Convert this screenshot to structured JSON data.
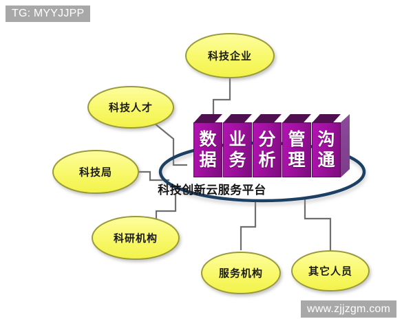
{
  "watermarks": {
    "top_tag": "TG: MYYJJPP",
    "bottom_url": "www.zjjzgm.com"
  },
  "diagram": {
    "title": "科技创新云服务平台",
    "platform_caption": "科技创新云服务平台",
    "ring_color": "#1f3f63",
    "node_fill": "#f7f76a",
    "node_stroke": "#9a9a3a",
    "connector_color": "#6e6e6e",
    "cube_front_color": "#a211a2",
    "cube_top_color": "#4f1050",
    "cube_side_color": "#8d4a9b",
    "cube_text_color": "#ffffff",
    "pillars": [
      {
        "top": "数",
        "bottom": "据",
        "word": "数据"
      },
      {
        "top": "业",
        "bottom": "务",
        "word": "业务"
      },
      {
        "top": "分",
        "bottom": "析",
        "word": "分析"
      },
      {
        "top": "管",
        "bottom": "理",
        "word": "管理"
      },
      {
        "top": "沟",
        "bottom": "通",
        "word": "沟通"
      }
    ],
    "nodes": [
      {
        "id": "tech-enterprise",
        "label": "科技企业"
      },
      {
        "id": "tech-talent",
        "label": "科技人才"
      },
      {
        "id": "tech-bureau",
        "label": "科技局"
      },
      {
        "id": "research-institute",
        "label": "科研机构"
      },
      {
        "id": "service-agency",
        "label": "服务机构"
      },
      {
        "id": "other-personnel",
        "label": "其它人员"
      }
    ]
  }
}
